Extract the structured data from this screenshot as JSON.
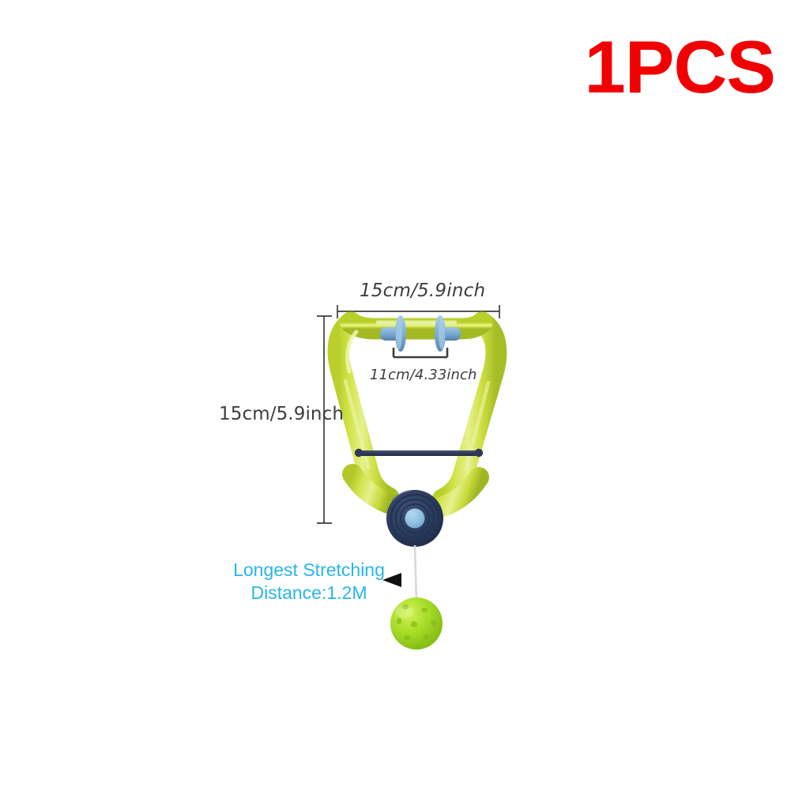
{
  "badge": {
    "text": "1PCS",
    "color": "#f00000"
  },
  "product": {
    "name": "suction-cup-pickleball-trainer",
    "colors": {
      "frame_green": "#cde03c",
      "frame_green_light": "#e2ef84",
      "frame_green_dark": "#a8bd2a",
      "suction_blue": "#8fb9dd",
      "suction_blue_dark": "#5d89b5",
      "reel_navy": "#2a3a5c",
      "reel_navy_dark": "#1d2a44",
      "reel_center_blue": "#8fc0e0",
      "crossbar_navy": "#34405e",
      "ball_green": "#9fdb25",
      "string_gray": "#d8d8d8",
      "dimension_line": "#3d3d3d"
    }
  },
  "dimensions": {
    "top_width": {
      "label": "15cm/5.9inch",
      "value_cm": 15,
      "value_inch": 5.9,
      "orientation": "horizontal"
    },
    "inner_width": {
      "label": "11cm/4.33inch",
      "value_cm": 11,
      "value_inch": 4.33,
      "orientation": "horizontal"
    },
    "height": {
      "label": "15cm/5.9inch",
      "value_cm": 15,
      "value_inch": 5.9,
      "orientation": "vertical"
    }
  },
  "callout": {
    "line1": "Longest Stretching",
    "line2": "Distance:1.2M",
    "color": "#29b6e8"
  }
}
